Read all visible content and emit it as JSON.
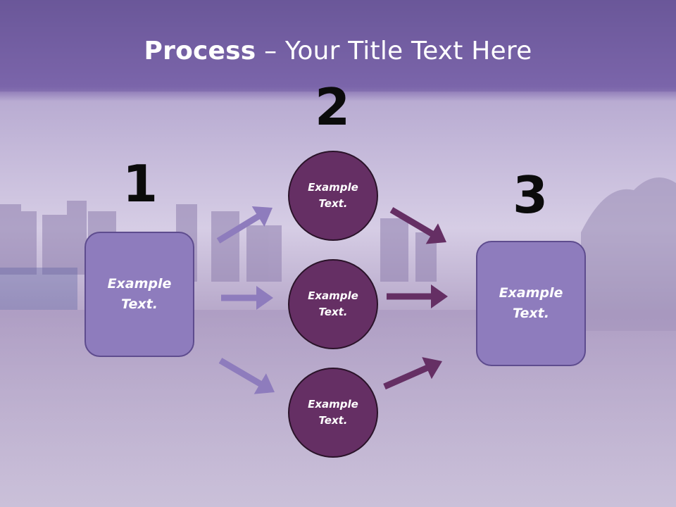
{
  "title": {
    "bold": "Process",
    "rest": " – Your Title Text Here"
  },
  "steps": [
    {
      "number": "1",
      "line1": "Example",
      "line2": "Text."
    },
    {
      "number": "2",
      "line1": "Example",
      "line2": "Text."
    },
    {
      "number": "3",
      "line1": "Example",
      "line2": "Text."
    }
  ],
  "circles": [
    {
      "line1": "Example",
      "line2": "Text."
    },
    {
      "line1": "Example",
      "line2": "Text."
    },
    {
      "line1": "Example",
      "line2": "Text."
    }
  ],
  "colors": {
    "header": "#7d66ad",
    "box_fill": "#8e7cbd",
    "circle_fill": "#652f64",
    "arrow_light": "#8e7cbd",
    "arrow_dark": "#652f64"
  }
}
